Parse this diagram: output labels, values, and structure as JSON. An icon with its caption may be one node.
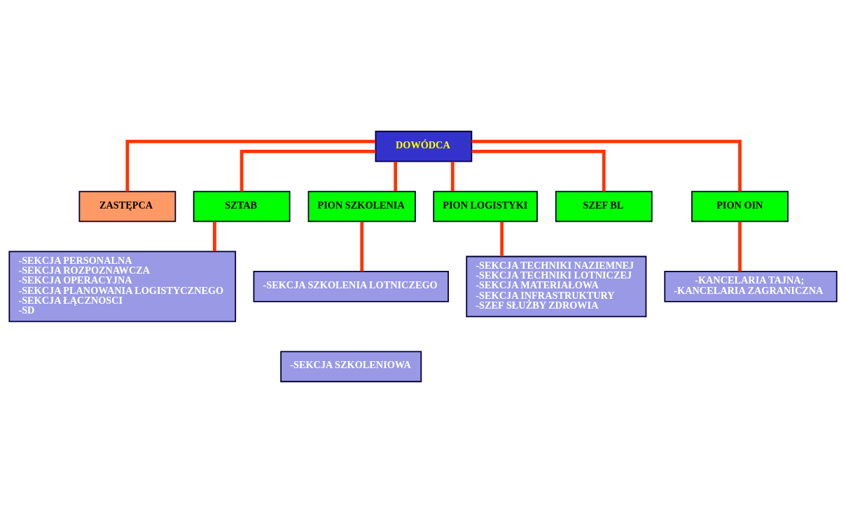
{
  "diagram": {
    "nodes": [
      {
        "text": [
          "DOWÓDCA"
        ]
      },
      {
        "text": [
          "ZASTĘPCA"
        ]
      },
      {
        "text": [
          "SZTAB"
        ]
      },
      {
        "text": [
          "PION SZKOLENIA"
        ]
      },
      {
        "text": [
          "PION LOGISTYKI"
        ]
      },
      {
        "text": [
          "SZEF BL"
        ]
      },
      {
        "text": [
          "PION OIN"
        ]
      },
      {
        "text": [
          "-SEKCJA PERSONALNA",
          "-SEKCJA ROZPOZNAWCZA",
          "-SEKCJA OPERACYJNA",
          "-SEKCJA PLANOWANIA LOGISTYCZNEGO",
          "-SEKCJA ŁĄCZNOSCI",
          "-SD"
        ]
      },
      {
        "text": [
          "-SEKCJA SZKOLENIA LOTNICZEGO"
        ]
      },
      {
        "text": [
          "-SEKCJA SZKOLENIOWA"
        ]
      },
      {
        "text": [
          "-SEKCJA TECHNIKI NAZIEMNEJ",
          "-SEKCJA TECHNIKI LOTNICZEJ",
          "-SEKCJA MATERIAŁOWA",
          "-SEKCJA INFRASTRUKTURY",
          "-SZEF SŁUŻBY ZDROWIA"
        ]
      },
      {
        "text": [
          "-KANCELARIA TAJNA;",
          "-KANCELARIA ZAGRANICZNA"
        ]
      }
    ],
    "edges": [
      {
        "from": 0,
        "to": 1,
        "arrow": "none"
      },
      {
        "from": 0,
        "to": 2,
        "arrow": "none"
      },
      {
        "from": 0,
        "to": 3,
        "arrow": "none"
      },
      {
        "from": 0,
        "to": 4,
        "arrow": "none"
      },
      {
        "from": 0,
        "to": 5,
        "arrow": "none"
      },
      {
        "from": 0,
        "to": 6,
        "arrow": "none"
      },
      {
        "from": 2,
        "to": 7,
        "arrow": "none"
      },
      {
        "from": 3,
        "to": 8,
        "arrow": "none"
      },
      {
        "from": 4,
        "to": 10,
        "arrow": "none"
      },
      {
        "from": 6,
        "to": 11,
        "arrow": "none"
      }
    ]
  }
}
